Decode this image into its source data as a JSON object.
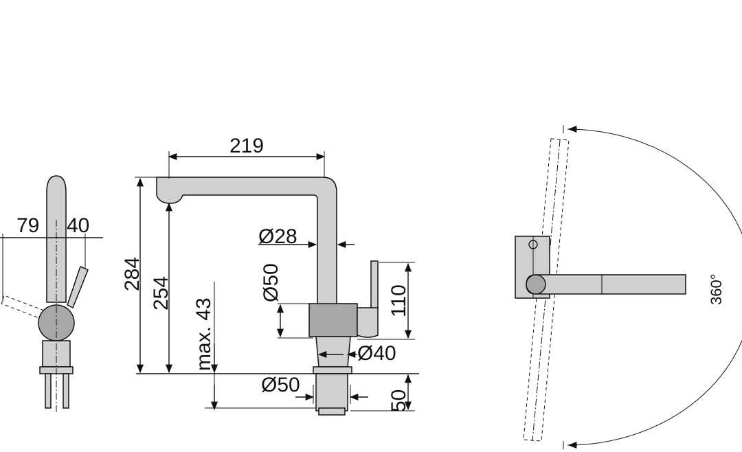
{
  "side_view": {
    "dim_left": "79",
    "dim_right": "40"
  },
  "front_view": {
    "dim_width": "219",
    "dim_total_height": "284",
    "dim_spout_height": "254",
    "dim_max_deck": "max. 43",
    "dim_spout_diameter": "Ø28",
    "dim_body_diameter": "Ø50",
    "dim_lever_height": "110",
    "dim_base_diameter": "Ø40",
    "dim_shank_diameter": "Ø50",
    "dim_shank_length": "50"
  },
  "top_view": {
    "dim_rotation": "360°"
  }
}
